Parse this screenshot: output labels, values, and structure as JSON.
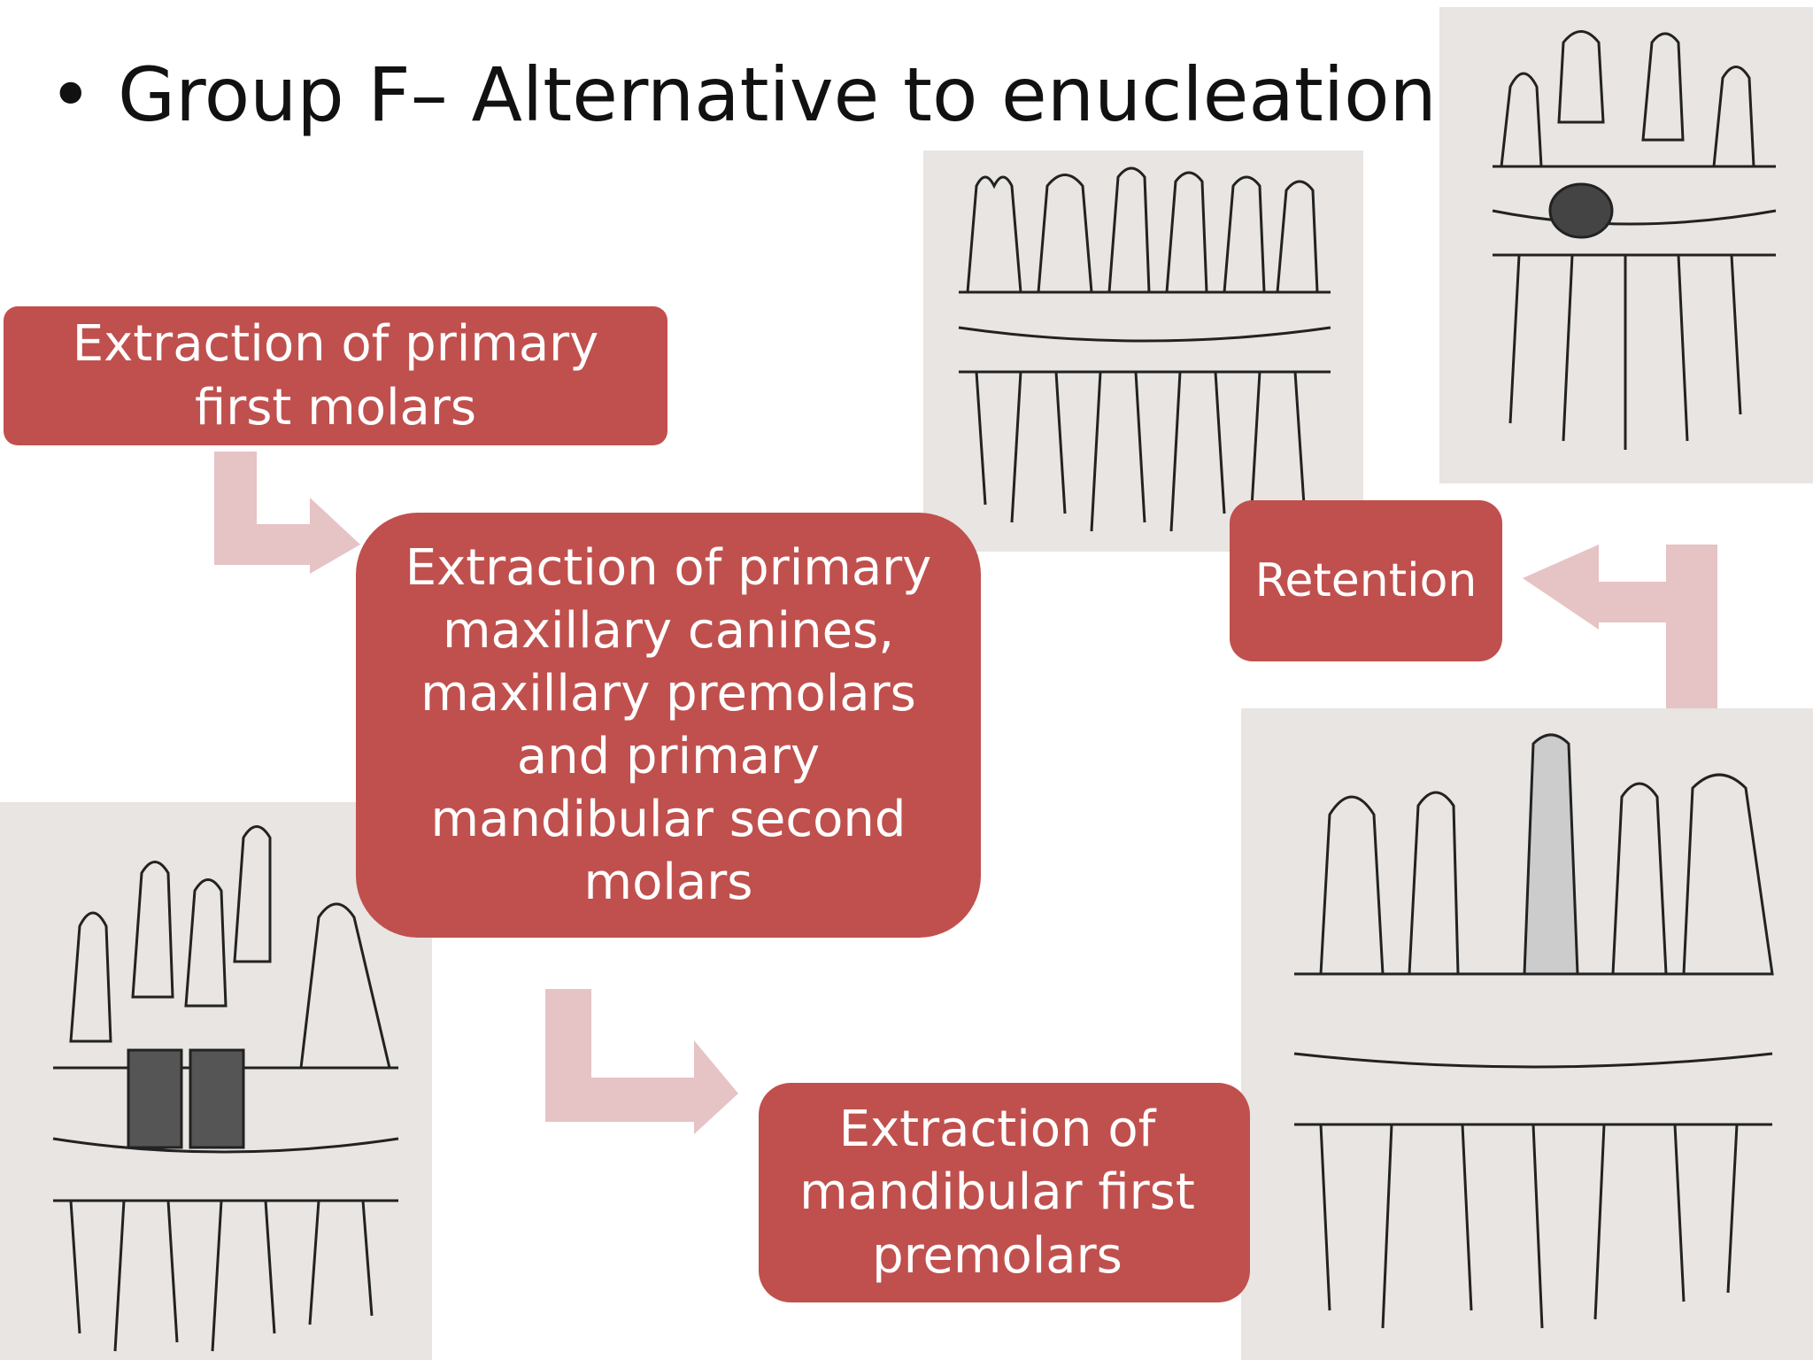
{
  "slide": {
    "bullet": "•",
    "title": "Group F– Alternative to  enucleation"
  },
  "steps": {
    "step1": "Extraction of primary\nfirst molars",
    "step2": "Extraction of primary\nmaxillary canines,\nmaxillary premolars\nand primary\nmandibular second\nmolars",
    "step3": "Extraction of\nmandibular first\npremolars",
    "step4": "Retention"
  },
  "colors": {
    "step_box": "#c0504d",
    "arrow": "#e6c3c5",
    "photo_background": "#e8e5e2"
  }
}
